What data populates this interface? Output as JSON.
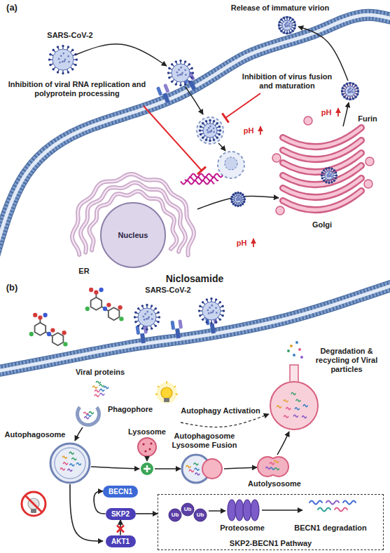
{
  "diagram": {
    "nodes": [
      {
        "text": [
          "Nucleus"
        ]
      },
      {
        "text": [
          "BECN1"
        ]
      },
      {
        "text": [
          "SKP2"
        ]
      },
      {
        "text": [
          "AKT1"
        ]
      },
      {
        "text": [
          "SKP2-BECN1 Pathway"
        ]
      }
    ],
    "edges": [
      {
        "from": 3,
        "to": 2,
        "arrow": "to"
      },
      {
        "from": 2,
        "to": 1,
        "arrow": "to"
      },
      {
        "from": 2,
        "to": 4,
        "arrow": "to"
      }
    ],
    "labels": [
      "(a)",
      "SARS-CoV-2",
      "Release of immature virion",
      "Inhibition of virus fusion and maturation",
      "Inhibition of viral RNA replication and polyprotein processing",
      "pH",
      "pH",
      "Furin",
      "pH",
      "Golgi",
      "ER",
      "Niclosamide",
      "(b)",
      "SARS-CoV-2",
      "Viral proteins",
      "Phagophore",
      "Lysosome",
      "Autophagosome",
      "Autophagy Activation",
      "Degradation & recycling of Viral particles",
      "Autophagosome Lysosome Fusion",
      "Autolysosome",
      "Ub",
      "Ub",
      "Ub",
      "Proteosome",
      "BECN1 degradation"
    ]
  }
}
